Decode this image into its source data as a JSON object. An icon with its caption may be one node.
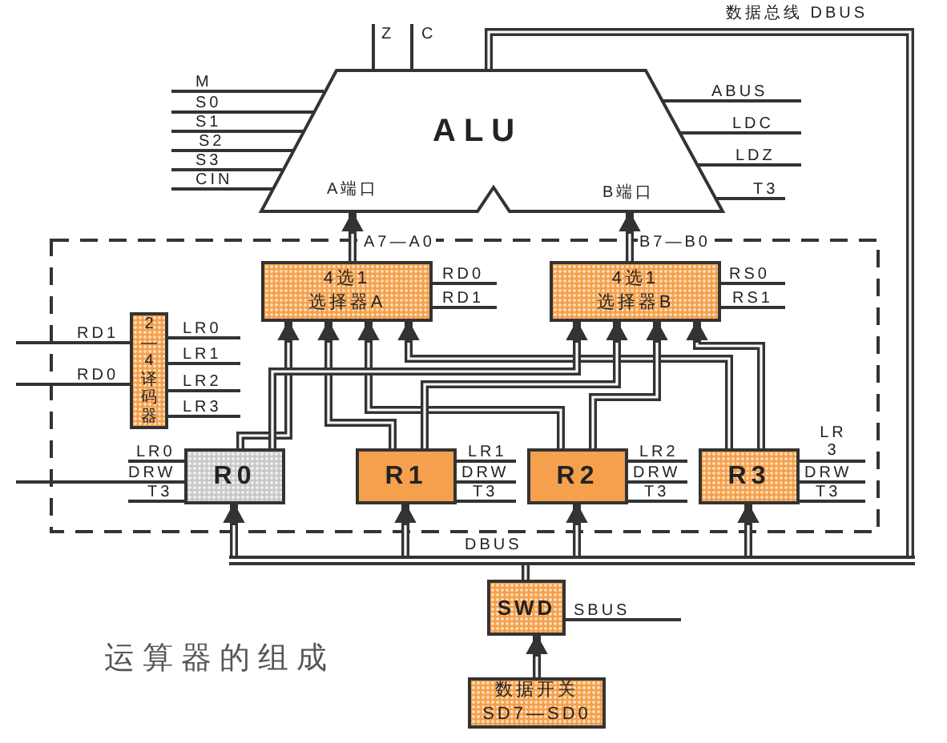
{
  "diagram": {
    "caption": "运算器的组成",
    "nodes": [
      {
        "text": [
          "ALU",
          "A端口",
          "B端口"
        ],
        "beside": [
          "Z",
          "C",
          "M",
          "S0",
          "S1",
          "S2",
          "S3",
          "CIN",
          "ABUS",
          "LDC",
          "LDZ",
          "T3"
        ]
      },
      {
        "text": [
          "4选1",
          "选择器A"
        ],
        "beside": [
          "RD0",
          "RD1"
        ]
      },
      {
        "text": [
          "4选1",
          "选择器B"
        ],
        "beside": [
          "RS0",
          "RS1"
        ]
      },
      {
        "text": [
          "2—4译码器"
        ],
        "beside": [
          "RD1",
          "RD0",
          "LR0",
          "LR1",
          "LR2",
          "LR3"
        ]
      },
      {
        "text": [
          "R0"
        ],
        "beside": [
          "LR0",
          "DRW",
          "T3"
        ]
      },
      {
        "text": [
          "R1"
        ],
        "beside": [
          "LR1",
          "DRW",
          "T3"
        ]
      },
      {
        "text": [
          "R2"
        ],
        "beside": [
          "LR2",
          "DRW",
          "T3"
        ]
      },
      {
        "text": [
          "R3"
        ],
        "beside": [
          "LR3",
          "DRW",
          "T3"
        ]
      },
      {
        "text": [
          "SWD"
        ],
        "beside": [
          "SBUS"
        ]
      },
      {
        "text": [
          "数据开关",
          "SD7—SD0"
        ]
      },
      {
        "text": [],
        "shape": "bar",
        "beside": [
          "DBUS"
        ]
      }
    ],
    "edges": [
      {
        "from": 1,
        "to": 0,
        "arrow": "to",
        "label": "A7—A0"
      },
      {
        "from": 2,
        "to": 0,
        "arrow": "to",
        "label": "B7—B0"
      },
      {
        "from": 4,
        "to": 1,
        "arrow": "to"
      },
      {
        "from": 5,
        "to": 1,
        "arrow": "to"
      },
      {
        "from": 6,
        "to": 1,
        "arrow": "to"
      },
      {
        "from": 7,
        "to": 1,
        "arrow": "to"
      },
      {
        "from": 4,
        "to": 2,
        "arrow": "to"
      },
      {
        "from": 5,
        "to": 2,
        "arrow": "to"
      },
      {
        "from": 6,
        "to": 2,
        "arrow": "to"
      },
      {
        "from": 7,
        "to": 2,
        "arrow": "to"
      },
      {
        "from": 8,
        "to": 10,
        "arrow": "none"
      },
      {
        "from": 0,
        "to": 10,
        "arrow": "none",
        "label": "数据总线 DBUS"
      },
      {
        "from": 10,
        "to": 4,
        "arrow": "to"
      },
      {
        "from": 10,
        "to": 5,
        "arrow": "to"
      },
      {
        "from": 10,
        "to": 6,
        "arrow": "to"
      },
      {
        "from": 10,
        "to": 7,
        "arrow": "to"
      },
      {
        "from": 9,
        "to": 8,
        "arrow": "to"
      }
    ]
  }
}
